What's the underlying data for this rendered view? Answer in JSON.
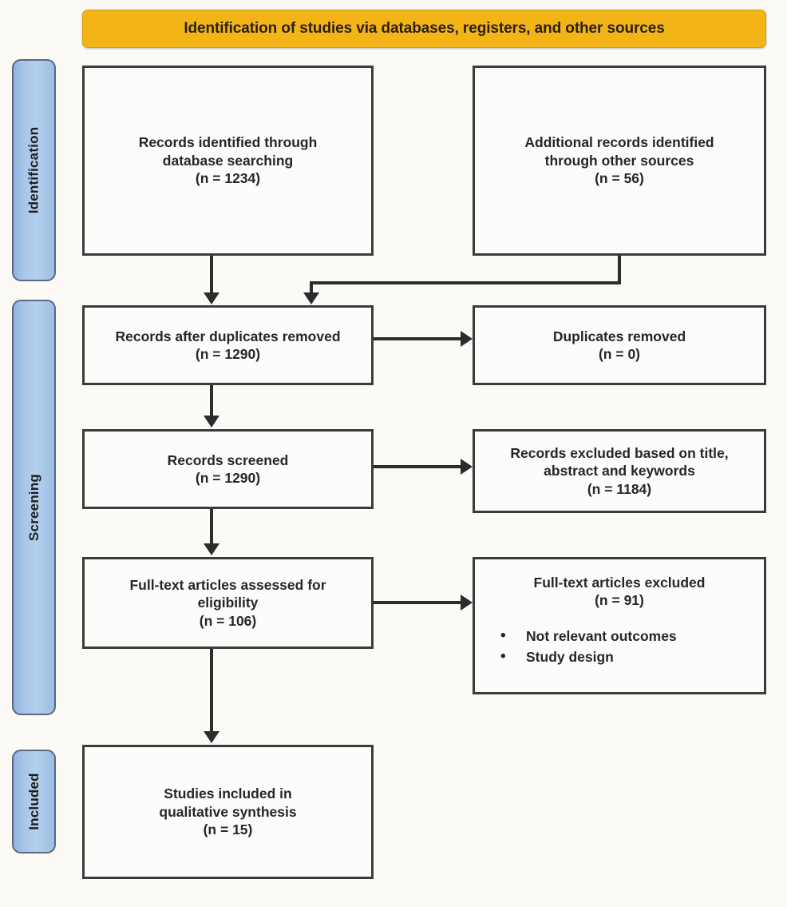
{
  "banner": {
    "title": "Identification of studies via databases, registers, and other sources"
  },
  "stages": [
    {
      "id": "identification",
      "label": "Identification"
    },
    {
      "id": "screening",
      "label": "Screening"
    },
    {
      "id": "included",
      "label": "Included"
    }
  ],
  "boxes": {
    "db_search": {
      "line1": "Records identified through",
      "line2": "database searching",
      "count": "(n = 1234)"
    },
    "other_sources": {
      "line1": "Additional records identified",
      "line2": "through other sources",
      "count": "(n = 56)"
    },
    "after_duplicates": {
      "line1": "Records after duplicates removed",
      "count": "(n = 1290)"
    },
    "duplicates_removed": {
      "line1": "Duplicates removed",
      "count": "(n = 0)"
    },
    "records_screened": {
      "line1": "Records screened",
      "count": "(n = 1290)"
    },
    "records_excluded": {
      "line1": "Records excluded based on title,",
      "line2": "abstract and keywords",
      "count": "(n = 1184)"
    },
    "fulltext_assessed": {
      "line1": "Full-text articles assessed for",
      "line2": "eligibility",
      "count": "(n = 106)"
    },
    "fulltext_excluded": {
      "line1": "Full-text articles excluded",
      "count": "(n = 91)",
      "reasons": [
        "Not relevant outcomes",
        "Study design"
      ]
    },
    "studies_included": {
      "line1": "Studies included in",
      "line2": "qualitative synthesis",
      "count": "(n = 15)"
    }
  },
  "chart_data": {
    "type": "diagram",
    "title": "Identification of studies via databases, registers, and other sources",
    "diagram_kind": "PRISMA flow diagram",
    "stages": [
      "Identification",
      "Screening",
      "Included"
    ],
    "nodes": [
      {
        "id": "db_search",
        "stage": "Identification",
        "label": "Records identified through database searching",
        "n": 1234
      },
      {
        "id": "other_sources",
        "stage": "Identification",
        "label": "Additional records identified through other sources",
        "n": 56
      },
      {
        "id": "after_duplicates",
        "stage": "Screening",
        "label": "Records after duplicates removed",
        "n": 1290
      },
      {
        "id": "duplicates_removed",
        "stage": "Screening",
        "label": "Duplicates removed",
        "n": 0
      },
      {
        "id": "records_screened",
        "stage": "Screening",
        "label": "Records screened",
        "n": 1290
      },
      {
        "id": "records_excluded",
        "stage": "Screening",
        "label": "Records excluded based on title, abstract and keywords",
        "n": 1184
      },
      {
        "id": "fulltext_assessed",
        "stage": "Screening",
        "label": "Full-text articles assessed for eligibility",
        "n": 106
      },
      {
        "id": "fulltext_excluded",
        "stage": "Screening",
        "label": "Full-text articles excluded",
        "n": 91,
        "reasons": [
          "Not relevant outcomes",
          "Study design"
        ]
      },
      {
        "id": "studies_included",
        "stage": "Included",
        "label": "Studies included in qualitative synthesis",
        "n": 15
      }
    ],
    "edges": [
      {
        "from": "db_search",
        "to": "after_duplicates"
      },
      {
        "from": "other_sources",
        "to": "after_duplicates"
      },
      {
        "from": "after_duplicates",
        "to": "duplicates_removed"
      },
      {
        "from": "after_duplicates",
        "to": "records_screened"
      },
      {
        "from": "records_screened",
        "to": "records_excluded"
      },
      {
        "from": "records_screened",
        "to": "fulltext_assessed"
      },
      {
        "from": "fulltext_assessed",
        "to": "fulltext_excluded"
      },
      {
        "from": "fulltext_assessed",
        "to": "studies_included"
      }
    ],
    "colors": {
      "banner": "#f2b417",
      "stage_badge": "#a6c5e8",
      "box_border": "#3b3b3b",
      "box_fill": "#fcfcfa",
      "connector": "#2c2c2c"
    }
  }
}
